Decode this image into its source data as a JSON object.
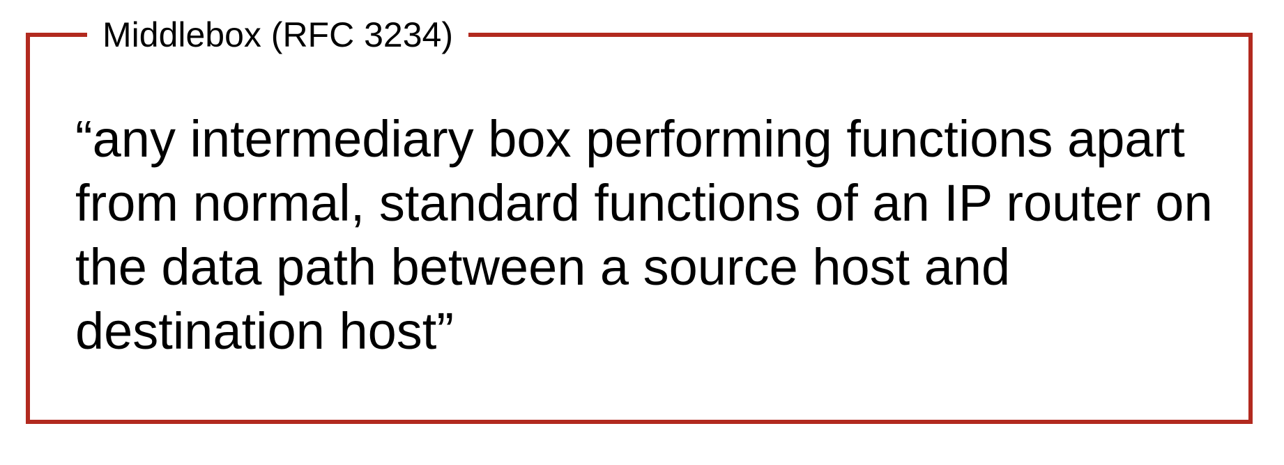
{
  "box": {
    "title": "Middlebox (RFC  3234)",
    "border_color": "#b22a1f"
  },
  "definition": {
    "lines": [
      "“any intermediary box performing functions apart",
      "from normal, standard functions of an IP router on",
      "the data path between a source host and",
      "destination host”"
    ]
  }
}
